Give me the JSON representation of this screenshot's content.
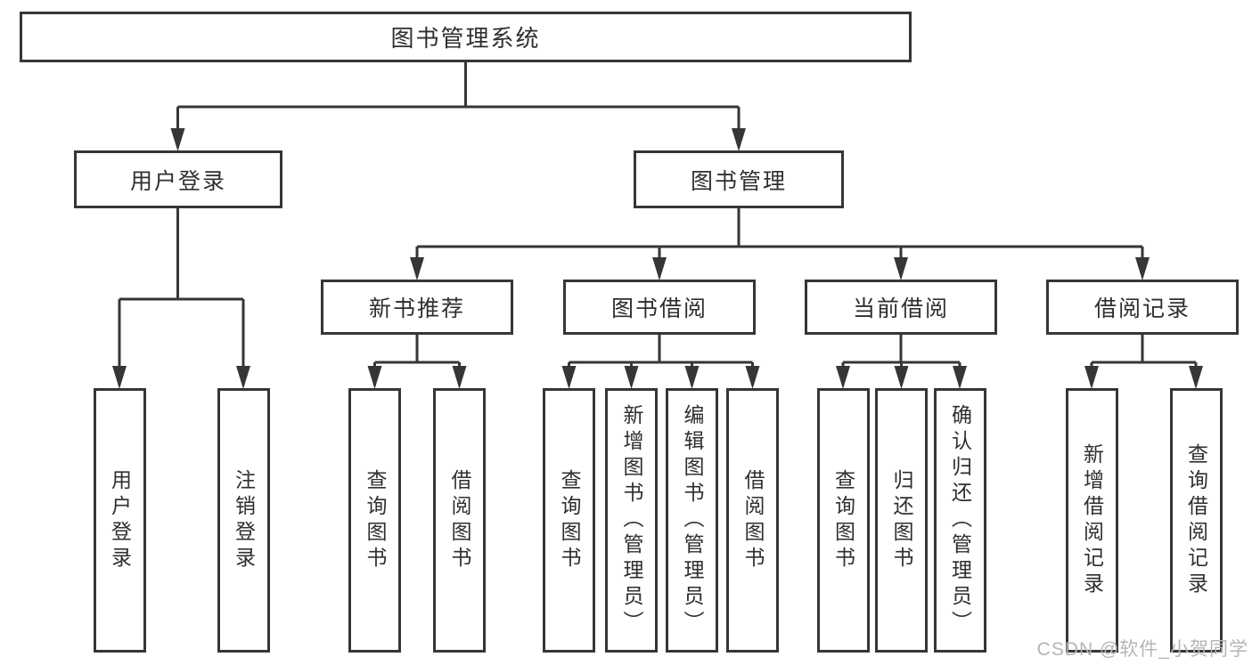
{
  "colors": {
    "line": "#363636",
    "text": "#2f2f2f",
    "watermark": "#b5b5b5"
  },
  "watermark": {
    "text": "CSDN @软件_小贺同学"
  },
  "tree": {
    "root": {
      "label": "图书管理系统"
    },
    "branches": [
      {
        "label": "用户登录",
        "children": [
          {
            "label": "用户登录"
          },
          {
            "label": "注销登录"
          }
        ]
      },
      {
        "label": "图书管理",
        "children": [
          {
            "label": "新书推荐",
            "children": [
              {
                "label": "查询图书"
              },
              {
                "label": "借阅图书"
              }
            ]
          },
          {
            "label": "图书借阅",
            "children": [
              {
                "label": "查询图书"
              },
              {
                "label": "新增图书（管理员）"
              },
              {
                "label": "编辑图书（管理员）"
              },
              {
                "label": "借阅图书"
              }
            ]
          },
          {
            "label": "当前借阅",
            "children": [
              {
                "label": "查询图书"
              },
              {
                "label": "归还图书"
              },
              {
                "label": "确认归还（管理员）"
              }
            ]
          },
          {
            "label": "借阅记录",
            "children": [
              {
                "label": "新增借阅记录"
              },
              {
                "label": "查询借阅记录"
              }
            ]
          }
        ]
      }
    ]
  }
}
